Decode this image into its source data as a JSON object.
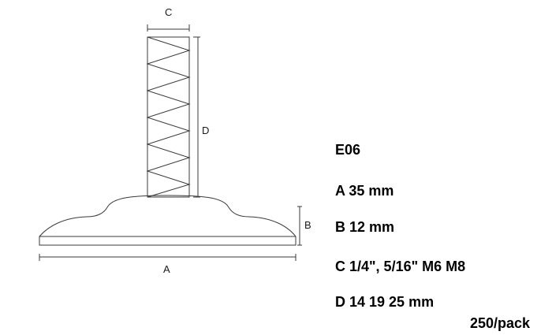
{
  "product": {
    "code": "E06",
    "packaging": "250/pack"
  },
  "dimension_labels": {
    "a": "A",
    "b": "B",
    "c": "C",
    "d": "D"
  },
  "specs": {
    "a": "A 35 mm",
    "b": "B 12 mm",
    "c": "C 1/4\", 5/16\" M6 M8",
    "d": "D 14 19 25 mm"
  },
  "colors": {
    "line": "#3a3a3a",
    "text": "#000000"
  }
}
